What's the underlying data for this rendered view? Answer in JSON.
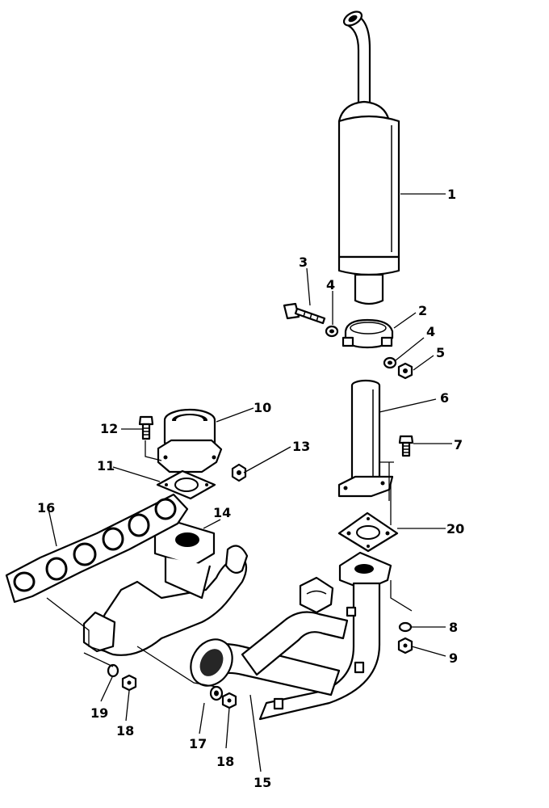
{
  "callouts": {
    "c1": "1",
    "c2": "2",
    "c3": "3",
    "c4a": "4",
    "c4b": "4",
    "c5": "5",
    "c6": "6",
    "c7": "7",
    "c8": "8",
    "c9": "9",
    "c10": "10",
    "c11": "11",
    "c12": "12",
    "c13": "13",
    "c14": "14",
    "c15": "15",
    "c16": "16",
    "c17": "17",
    "c18a": "18",
    "c18b": "18",
    "c19": "19",
    "c20": "20"
  }
}
